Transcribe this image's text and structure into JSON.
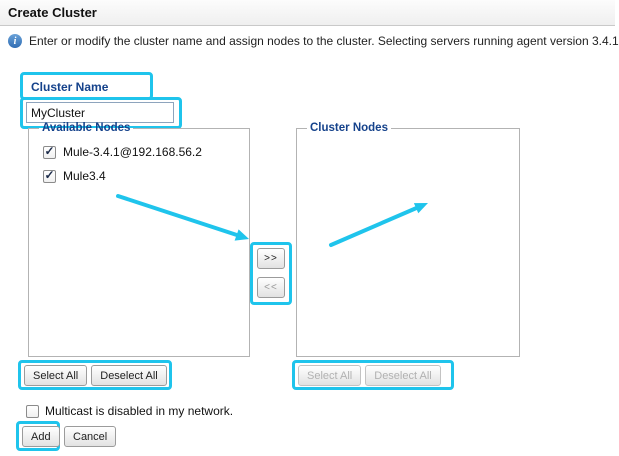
{
  "window": {
    "title": "Create Cluster"
  },
  "info": {
    "icon": "info-icon",
    "text": "Enter or modify the cluster name and assign nodes to the cluster. Selecting servers running agent version 3.4.1"
  },
  "cluster_name": {
    "label": "Cluster Name",
    "value": "MyCluster"
  },
  "available_nodes": {
    "legend": "Available Nodes",
    "items": [
      {
        "label": "Mule-3.4.1@192.168.56.2",
        "checked": true
      },
      {
        "label": "Mule3.4",
        "checked": true
      }
    ],
    "select_all_label": "Select All",
    "deselect_all_label": "Deselect All"
  },
  "cluster_nodes": {
    "legend": "Cluster Nodes",
    "items": [],
    "select_all_label": "Select All",
    "deselect_all_label": "Deselect All",
    "buttons_disabled": true
  },
  "transfer": {
    "move_right_label": ">>",
    "move_left_label": "<<"
  },
  "multicast": {
    "label": "Multicast is disabled in my network.",
    "checked": false
  },
  "actions": {
    "add_label": "Add",
    "cancel_label": "Cancel"
  },
  "annotations": {
    "highlight_color": "#1fc4ec",
    "highlighted_elements": [
      "cluster-name-label",
      "cluster-name-input",
      "transfer-buttons",
      "available-select-buttons",
      "cluster-select-buttons",
      "add-button"
    ]
  },
  "colors": {
    "highlight": "#1fc4ec",
    "label_blue": "#15428b"
  }
}
